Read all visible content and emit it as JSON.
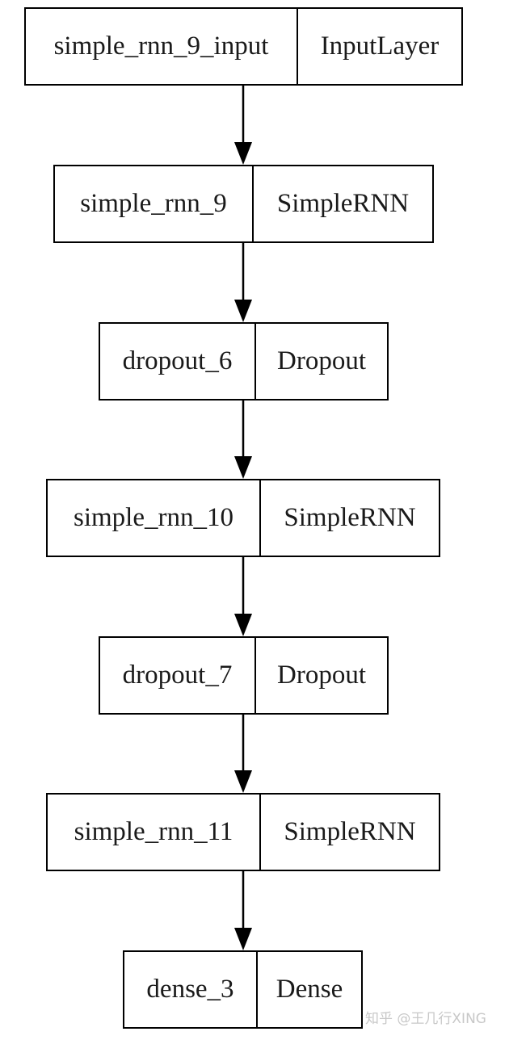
{
  "diagram": {
    "layers": [
      {
        "name": "simple_rnn_9_input",
        "type": "InputLayer"
      },
      {
        "name": "simple_rnn_9",
        "type": "SimpleRNN"
      },
      {
        "name": "dropout_6",
        "type": "Dropout"
      },
      {
        "name": "simple_rnn_10",
        "type": "SimpleRNN"
      },
      {
        "name": "dropout_7",
        "type": "Dropout"
      },
      {
        "name": "simple_rnn_11",
        "type": "SimpleRNN"
      },
      {
        "name": "dense_3",
        "type": "Dense"
      }
    ],
    "edges": [
      {
        "from": "simple_rnn_9_input",
        "to": "simple_rnn_9"
      },
      {
        "from": "simple_rnn_9",
        "to": "dropout_6"
      },
      {
        "from": "dropout_6",
        "to": "simple_rnn_10"
      },
      {
        "from": "simple_rnn_10",
        "to": "dropout_7"
      },
      {
        "from": "dropout_7",
        "to": "simple_rnn_11"
      },
      {
        "from": "simple_rnn_11",
        "to": "dense_3"
      }
    ],
    "colors": {
      "stroke": "#000000",
      "text": "#1a1a1a",
      "background": "#ffffff",
      "watermark": "#c8c8c8"
    }
  },
  "watermark": "知乎 @王几行XING"
}
